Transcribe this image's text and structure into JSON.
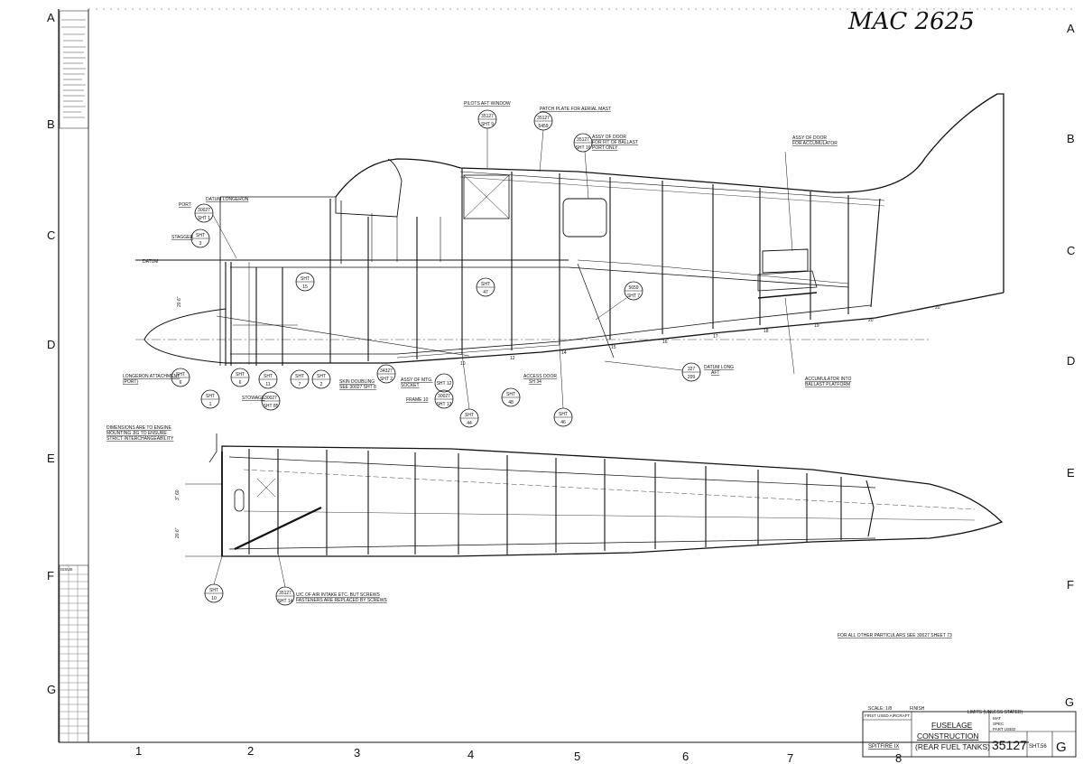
{
  "drawing": {
    "handwritten_number": "MAC 2625",
    "issue_label": "ISSUE",
    "note_bottom": "FOR ALL OTHER PARTICULARS SEE 30027 SHEET 73",
    "note_dimensions": [
      "DIMENSIONS ARE TO ENGINE",
      "MOUNTING JIG TO ENSURE",
      "STRICT INTERCHANGEABILITY"
    ]
  },
  "grid": {
    "rows": [
      "A",
      "B",
      "C",
      "D",
      "E",
      "F",
      "G"
    ],
    "cols": [
      "1",
      "2",
      "3",
      "4",
      "5",
      "6",
      "7",
      "8"
    ]
  },
  "title_block": {
    "scale": "SCALE: 1/8",
    "finish": "FINISH",
    "limits": "LIMITS (UNLESS STATED)",
    "first_used": "FIRST USED AIRCRAFT",
    "type": "SPITFIRE IX",
    "title_1": "FUSELAGE",
    "title_2": "CONSTRUCTION",
    "title_3": "(REAR FUEL TANKS)",
    "drawing_no": "35127",
    "sheet": "SHT.56",
    "issue_letter": "G",
    "mat": "MAT",
    "spec": "SPEC",
    "part_used": "PART USED"
  },
  "labels": {
    "pilots_window": "PILOTS AFT WINDOW",
    "patch_plate": "PATCH PLATE FOR AERIAL MAST",
    "assy_door": [
      "ASSY OF DOOR",
      "FOR ACCUMULATOR"
    ],
    "assy_door_ballast": [
      "ASSY OF DOOR",
      "FOR FIT OF BALLAST",
      "PORT ONLY"
    ],
    "datum_longeron": [
      "DATUM LONGERON",
      "PORT"
    ],
    "datum": "DATUM",
    "longeron_attachment": [
      "LONGERON ATTACHMENT",
      "(PORT)"
    ],
    "frame_10": "FRAME 10",
    "access_door": [
      "ACCESS DOOR",
      "SH 34"
    ],
    "accumulator": [
      "ACCUMULATOR INTO",
      "BALLAST PLATFORM"
    ],
    "datum_long_aft": [
      "DATUM LONG",
      "AFT"
    ],
    "skin_doubling": [
      "SKIN DOUBLING",
      "SEE 30027 SHT 8"
    ],
    "assy_socket": [
      "ASSY OF MTG.",
      "SOCKET"
    ],
    "air_intake": [
      "U/C OF AIR INTAKE ETC. BUT SCREWS",
      "FASTENERS ARE REPLACED BY SCREWS"
    ],
    "stagger": "STAGGER",
    "stowage": "STOWAGE",
    "dim_side": "20.6\"",
    "dim_plan_1": "3\" 60",
    "dim_plan_2": "20.6\""
  },
  "frames_side": [
    "10",
    "11",
    "12",
    "13",
    "14",
    "15",
    "16",
    "17",
    "18",
    "19",
    "20"
  ],
  "refs": [
    {
      "t1": "35127",
      "t2": "SHT 9"
    },
    {
      "t1": "35127",
      "t2": "5459"
    },
    {
      "t1": "30027",
      "t2": "SHT 1"
    },
    {
      "t1": "SHT",
      "t2": "3"
    },
    {
      "t1": "SHT",
      "t2": "47"
    },
    {
      "t1": "5659",
      "t2": "SHT 7"
    },
    {
      "t1": "SHT",
      "t2": "6"
    },
    {
      "t1": "SHT",
      "t2": "1"
    },
    {
      "t1": "SHT",
      "t2": "6"
    },
    {
      "t1": "SHT",
      "t2": "11"
    },
    {
      "t1": "SHT",
      "t2": "7"
    },
    {
      "t1": "SHT",
      "t2": "2"
    },
    {
      "t1": "34327",
      "t2": "SHT 2"
    },
    {
      "t1": "SHT 12",
      "t2": ""
    },
    {
      "t1": "30027",
      "t2": "SHT 13"
    },
    {
      "t1": "SHT",
      "t2": "44"
    },
    {
      "t1": "SHT",
      "t2": "48"
    },
    {
      "t1": "SHT",
      "t2": "46"
    },
    {
      "t1": "327",
      "t2": "209"
    },
    {
      "t1": "SHT",
      "t2": "10"
    },
    {
      "t1": "35127",
      "t2": "SHT 14"
    },
    {
      "t1": "30027",
      "t2": "SHT 85"
    },
    {
      "t1": "35127",
      "t2": "SHT 16"
    },
    {
      "t1": "SHT",
      "t2": "15"
    }
  ]
}
